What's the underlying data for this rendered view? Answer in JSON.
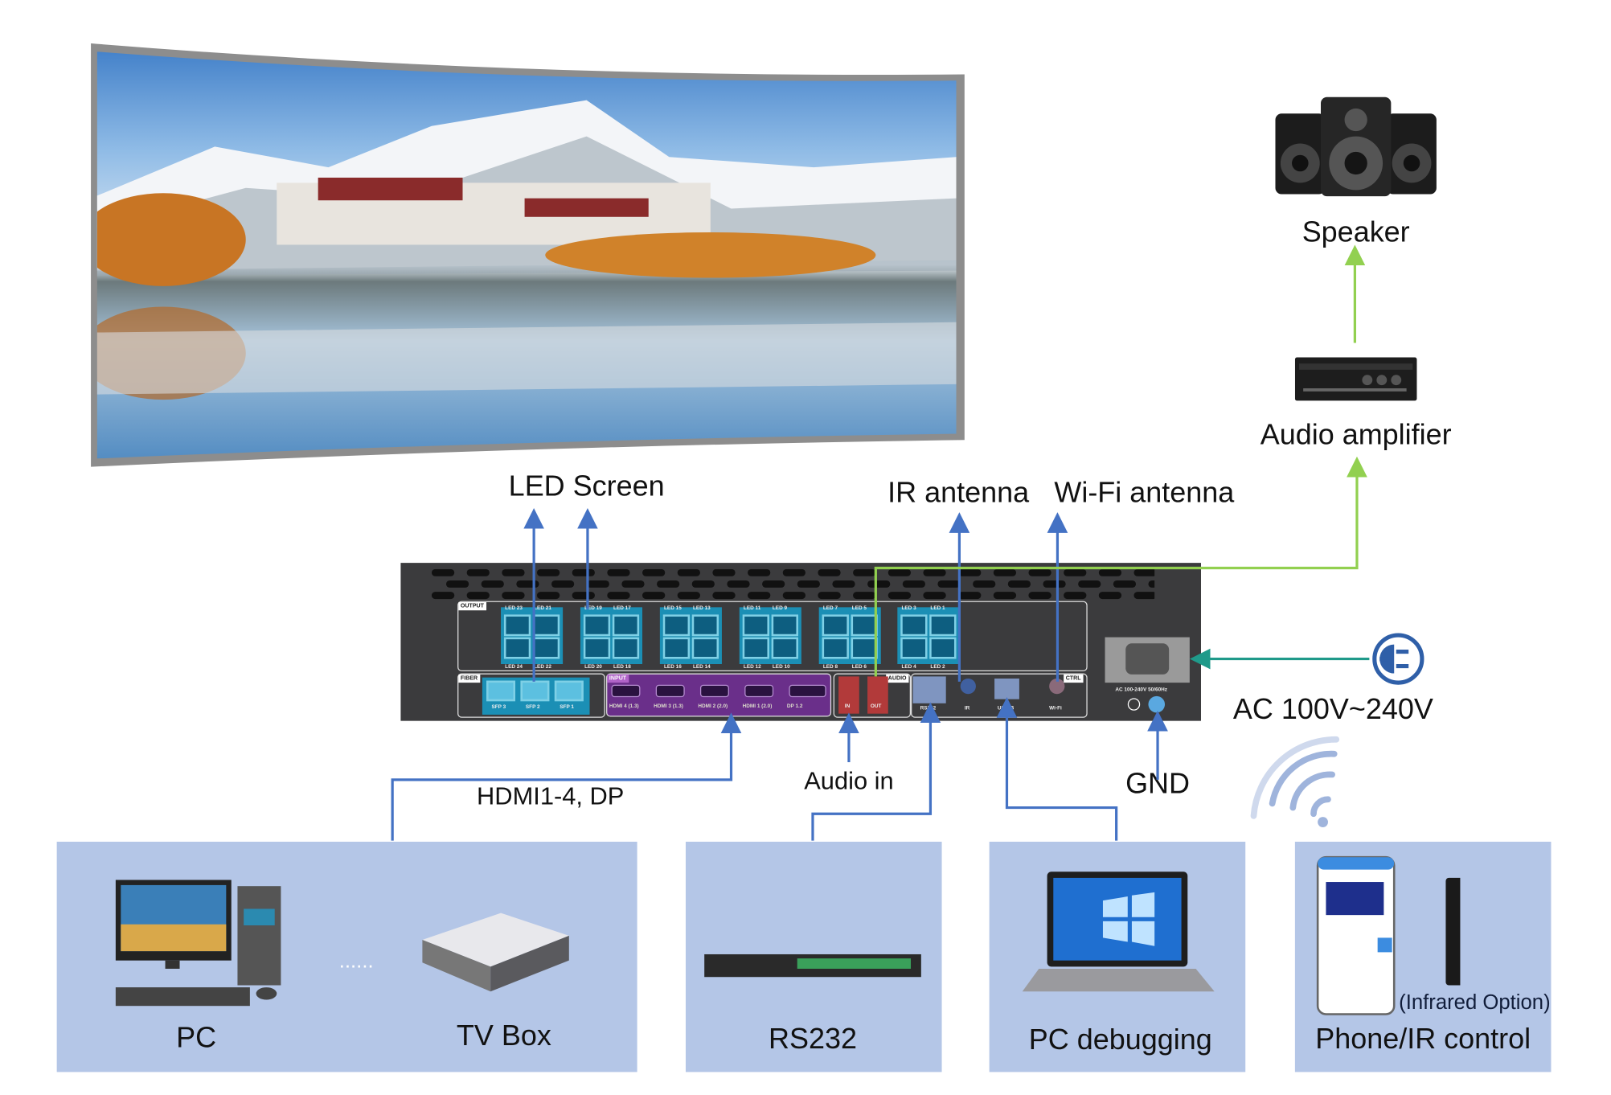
{
  "labels": {
    "led_screen": "LED Screen",
    "speaker": "Speaker",
    "audio_amplifier": "Audio amplifier",
    "ir_antenna": "IR antenna",
    "wifi_antenna": "Wi-Fi antenna",
    "ac_power": "AC 100V~240V",
    "gnd": "GND",
    "hdmi_dp": "HDMI1-4, DP",
    "audio_in": "Audio in"
  },
  "device": {
    "output_tag": "OUTPUT",
    "fiber_tag": "FIBER",
    "input_tag": "INPUT",
    "audio_tag": "AUDIO",
    "ctrl_tag": "CTRL",
    "led_top": [
      "LED 23",
      "LED 21",
      "LED 19",
      "LED 17",
      "LED 15",
      "LED 13",
      "LED 11",
      "LED 9",
      "LED 7",
      "LED 5",
      "LED 3",
      "LED 1"
    ],
    "led_bottom": [
      "LED 24",
      "LED 22",
      "LED 20",
      "LED 18",
      "LED 16",
      "LED 14",
      "LED 12",
      "LED 10",
      "LED 8",
      "LED 6",
      "LED 4",
      "LED 2"
    ],
    "sfp": [
      "SFP 3",
      "SFP 2",
      "SFP 1"
    ],
    "inputs": [
      "HDMI 4 (1.3)",
      "HDMI 3 (1.3)",
      "HDMI 2 (2.0)",
      "HDMI 1 (2.0)",
      "DP 1.2"
    ],
    "audio_in": "IN",
    "audio_out": "OUT",
    "rs232": "RS232",
    "ir": "IR",
    "usb": "USB-B",
    "wifi": "Wi-Fi",
    "power_rating": "AC 100-240V 50/60Hz"
  },
  "sources": {
    "pc": "PC",
    "ellipsis": "......",
    "tv_box": "TV Box",
    "rs232": "RS232",
    "pc_debugging": "PC debugging",
    "infrared_option": "(Infrared Option)",
    "phone_ir": "Phone/IR control"
  },
  "colors": {
    "box": "#b4c6e7",
    "blue_line": "#4472c4",
    "green_line": "#92d050",
    "teal_line": "#1f9a8a"
  }
}
